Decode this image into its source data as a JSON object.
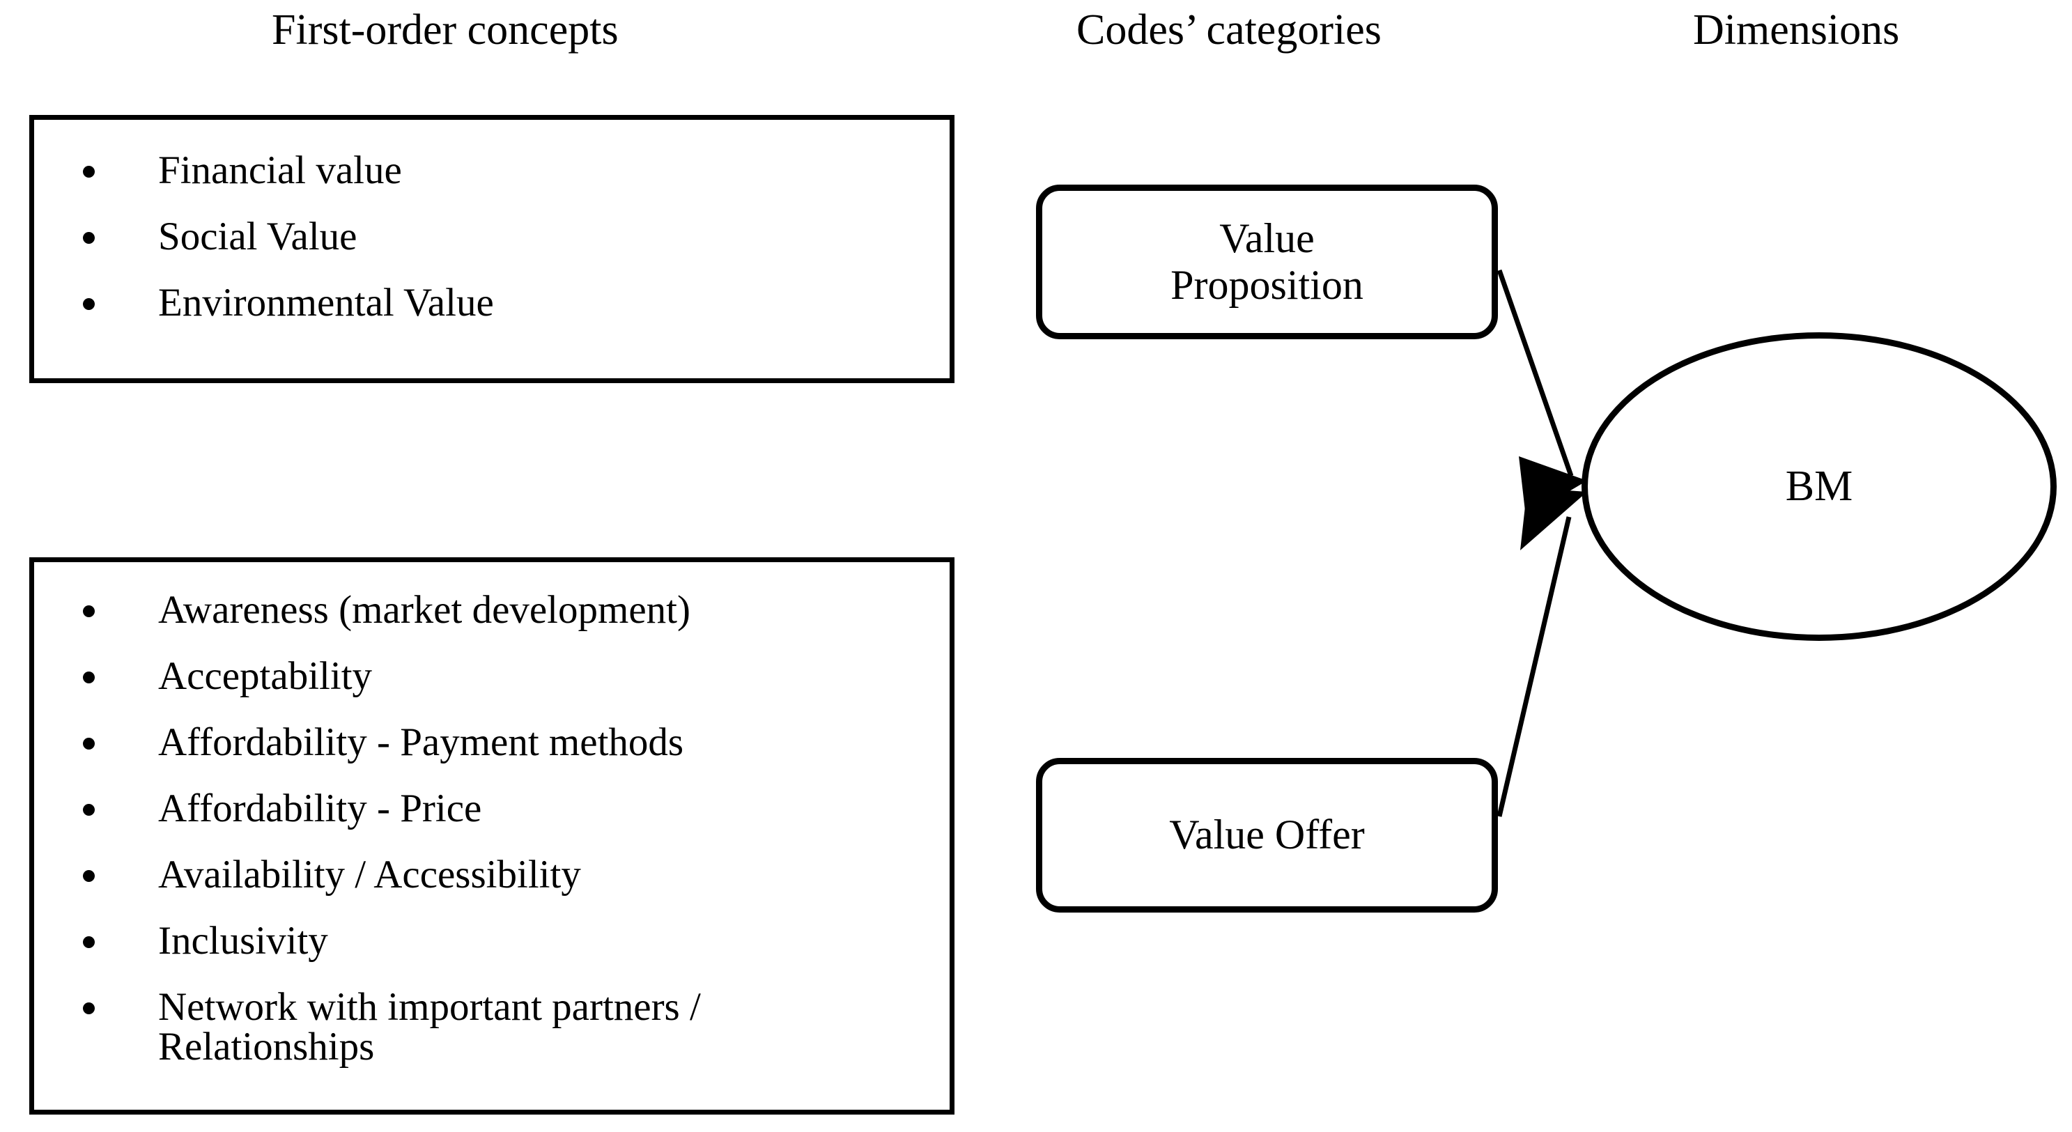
{
  "headers": {
    "first_order": "First-order concepts",
    "codes_categories": "Codes’ categories",
    "dimensions": "Dimensions"
  },
  "first_order_boxes": [
    {
      "id": "concept-box-1",
      "items": [
        "Financial value",
        "Social Value",
        "Environmental Value"
      ]
    },
    {
      "id": "concept-box-2",
      "items": [
        "Awareness (market development)",
        "Acceptability",
        "Affordability - Payment methods",
        "Affordability - Price",
        "Availability / Accessibility",
        "Inclusivity",
        "Network with important partners /\nRelationships"
      ]
    }
  ],
  "categories": [
    {
      "id": "category-value-proposition",
      "label": "Value\nProposition"
    },
    {
      "id": "category-value-offer",
      "label": "Value Offer"
    }
  ],
  "dimension": {
    "label": "BM"
  },
  "connectors": [
    {
      "from": "category-value-proposition",
      "to": "dimension-ellipse",
      "arrow": true
    },
    {
      "from": "category-value-offer",
      "to": "dimension-ellipse",
      "arrow": true
    }
  ],
  "colors": {
    "stroke": "#000000",
    "background": "#ffffff",
    "text": "#000000"
  }
}
